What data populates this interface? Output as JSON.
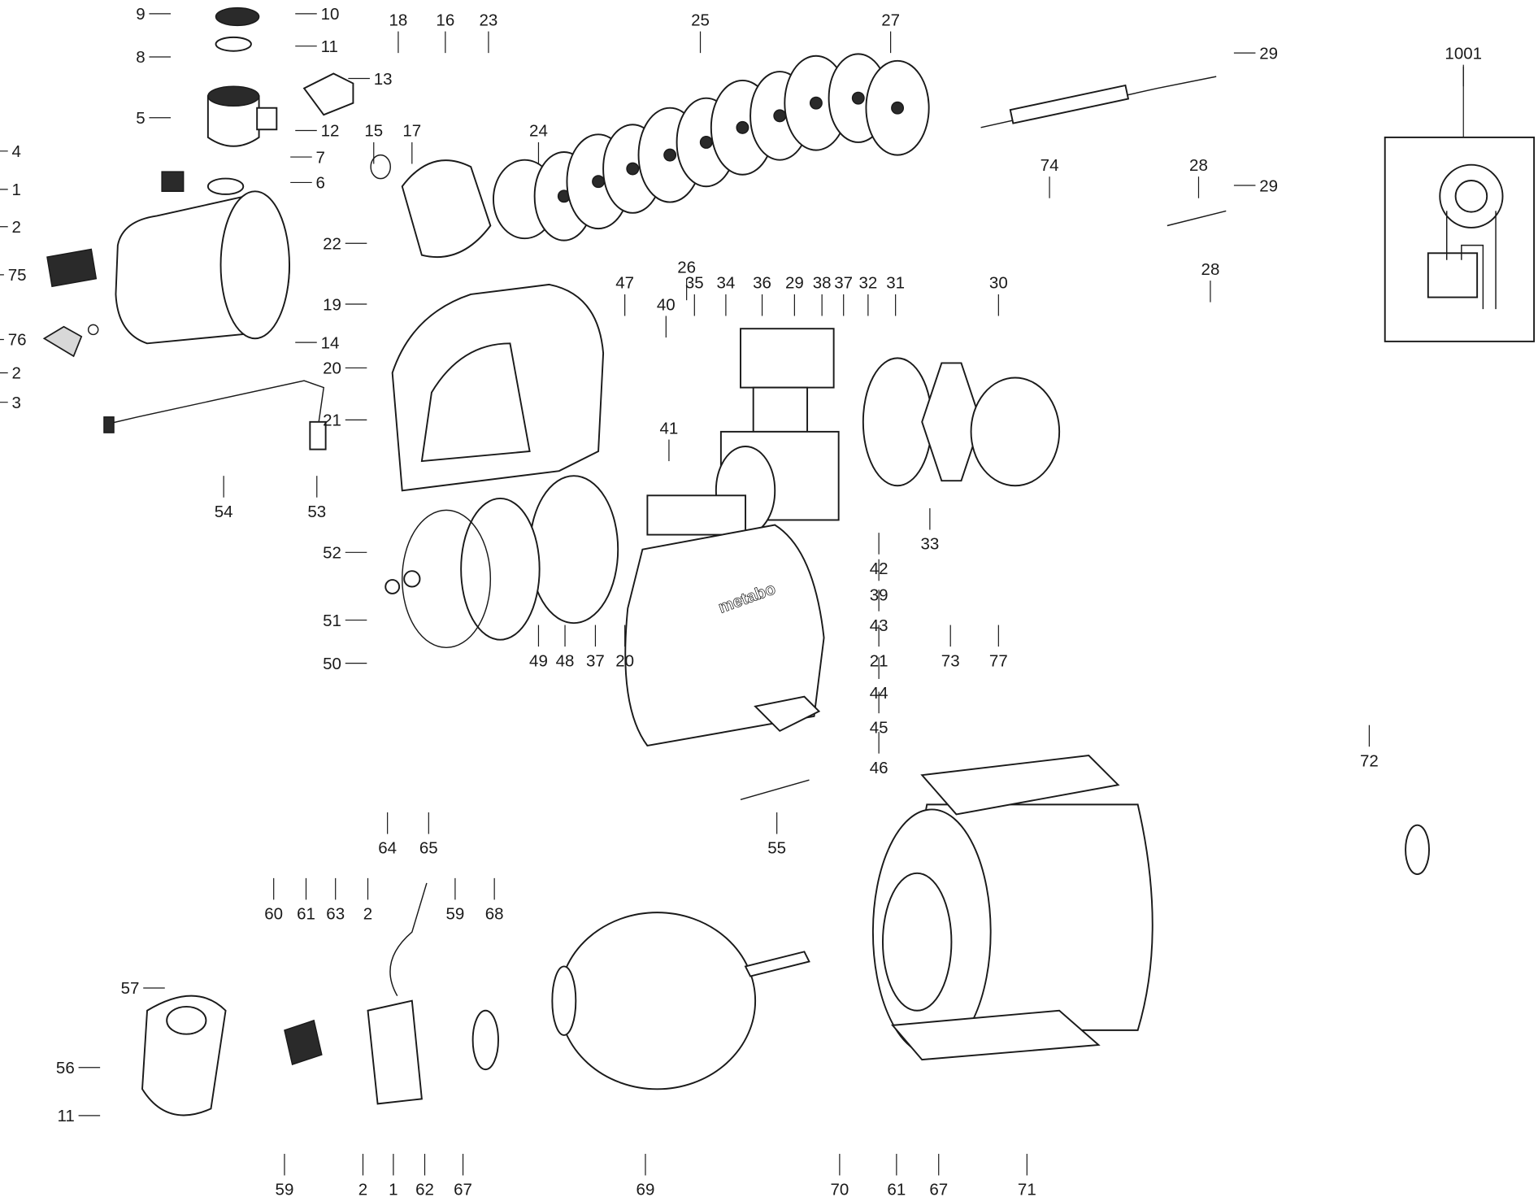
{
  "diagram": {
    "type": "exploded parts diagram",
    "brand_logo": "metabo",
    "inset_label": "1001",
    "callouts": [
      "9",
      "10",
      "8",
      "11",
      "13",
      "5",
      "12",
      "4",
      "7",
      "6",
      "1",
      "2",
      "75",
      "76",
      "2",
      "3",
      "14",
      "18",
      "16",
      "23",
      "15",
      "17",
      "24",
      "22",
      "25",
      "27",
      "26",
      "19",
      "20",
      "21",
      "54",
      "53",
      "74",
      "28",
      "29",
      "29",
      "28",
      "1001",
      "30",
      "47",
      "35",
      "34",
      "36",
      "29",
      "38",
      "37",
      "32",
      "31",
      "40",
      "41",
      "33",
      "42",
      "39",
      "43",
      "21",
      "44",
      "45",
      "46",
      "52",
      "51",
      "50",
      "49",
      "48",
      "37",
      "20",
      "73",
      "77",
      "72",
      "55",
      "64",
      "65",
      "60",
      "61",
      "63",
      "2",
      "59",
      "68",
      "57",
      "56",
      "11",
      "59",
      "2",
      "1",
      "62",
      "67",
      "69",
      "70",
      "61",
      "67",
      "71"
    ]
  }
}
